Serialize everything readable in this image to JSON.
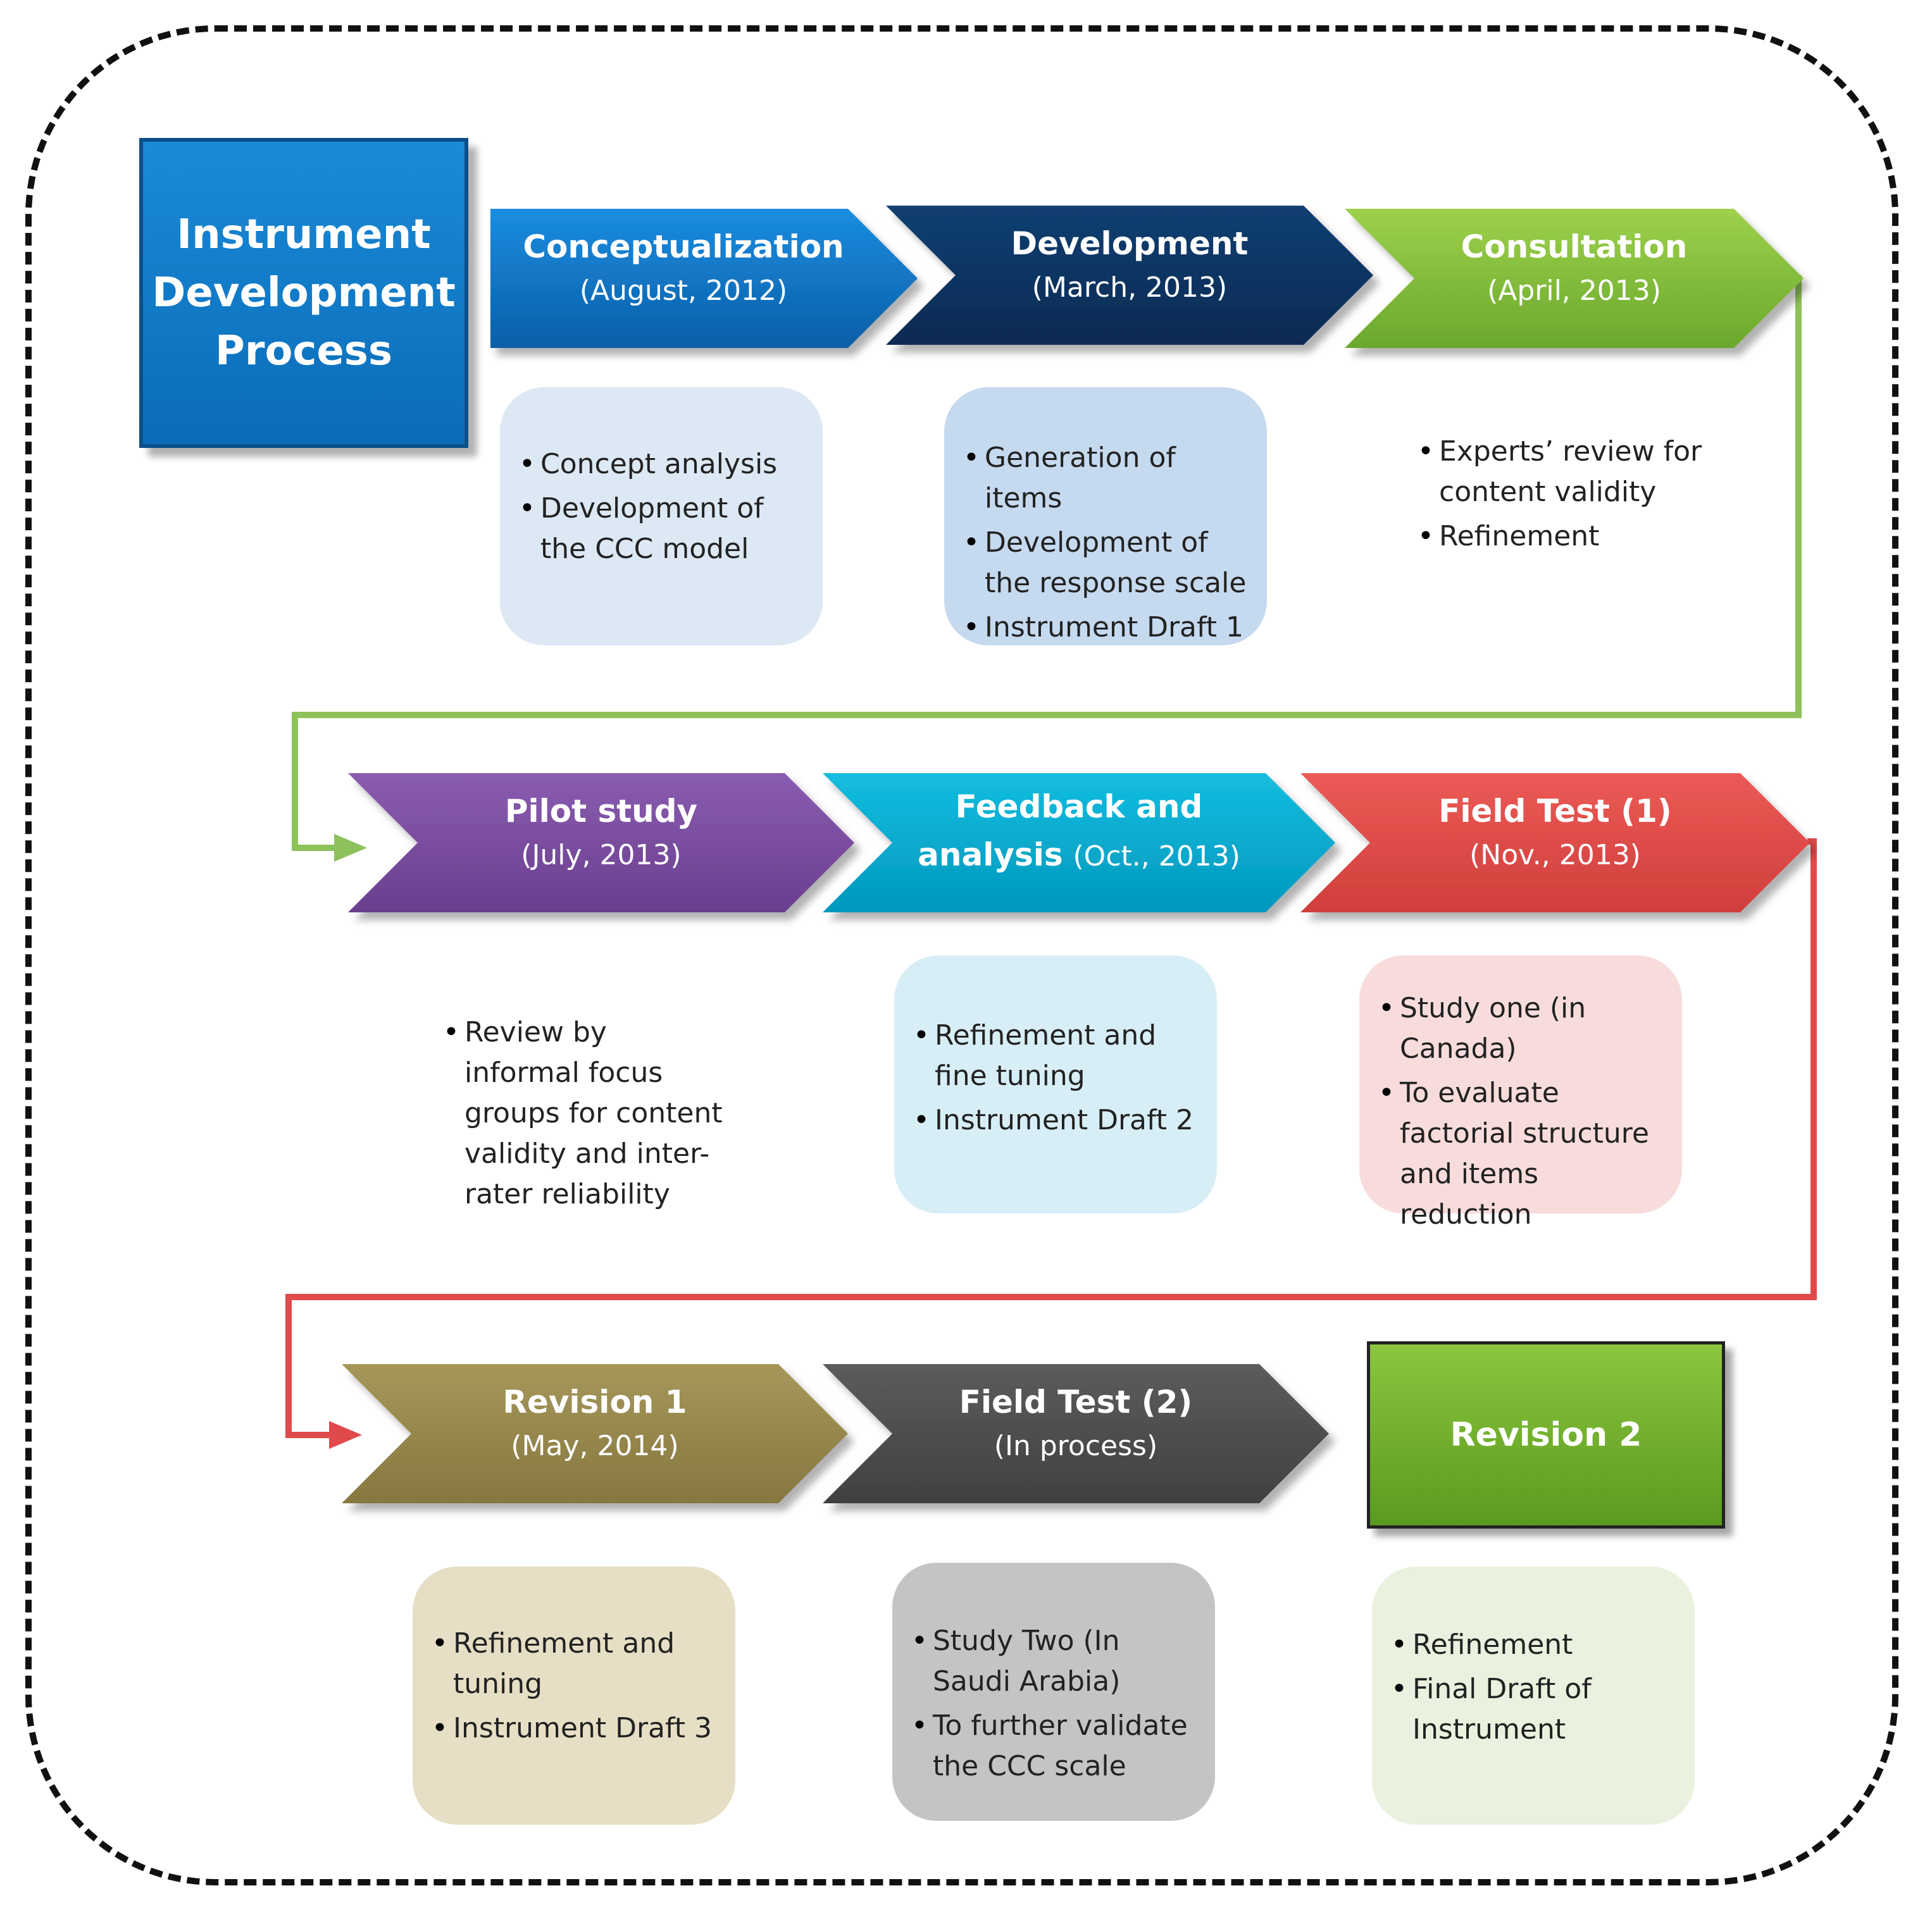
{
  "title": "Instrument\nDevelopment\nProcess",
  "colors": {
    "conceptualization": "#0a6cb8",
    "development": "#0d3a6a",
    "consultation": "#8cc63f",
    "pilot": "#7e4fa0",
    "feedback": "#00aed0",
    "field1": "#e24e4b",
    "revision1": "#9a8a4b",
    "field2": "#4f4f4f",
    "revision2": "#6eb02b",
    "connector_green": "#8dc15a",
    "connector_red": "#e04a4a"
  },
  "stages": {
    "conceptualization": {
      "name": "Conceptualization",
      "date": "(August, 2012)"
    },
    "development": {
      "name": "Development",
      "date": "(March, 2013)"
    },
    "consultation": {
      "name": "Consultation",
      "date": "(April, 2013)"
    },
    "pilot": {
      "name": "Pilot study",
      "date": "(July, 2013)"
    },
    "feedback": {
      "name_line1": "Feedback and",
      "name_line2": "analysis",
      "date": "(Oct., 2013)"
    },
    "field1": {
      "name": "Field Test (1)",
      "date": "(Nov., 2013)"
    },
    "revision1": {
      "name": "Revision 1",
      "date": "(May, 2014)"
    },
    "field2": {
      "name": "Field Test (2)",
      "date": "(In process)"
    },
    "revision2": {
      "name": "Revision 2"
    }
  },
  "details": {
    "conceptualization": [
      "Concept analysis",
      "Development of the CCC model"
    ],
    "development": [
      "Generation of items",
      "Development of the response scale",
      "Instrument Draft 1"
    ],
    "consultation": [
      "Experts’ review for content validity",
      "Refinement"
    ],
    "pilot": [
      "Review by informal focus groups for content validity and inter-rater reliability"
    ],
    "feedback": [
      "Refinement and fine tuning",
      "Instrument Draft 2"
    ],
    "field1": [
      "Study one (in Canada)",
      "To evaluate factorial structure and items reduction"
    ],
    "revision1": [
      "Refinement and tuning",
      "Instrument Draft 3"
    ],
    "field2": [
      "Study Two (In Saudi Arabia)",
      "To further validate the CCC scale"
    ],
    "revision2": [
      "Refinement",
      "Final Draft of Instrument"
    ]
  }
}
